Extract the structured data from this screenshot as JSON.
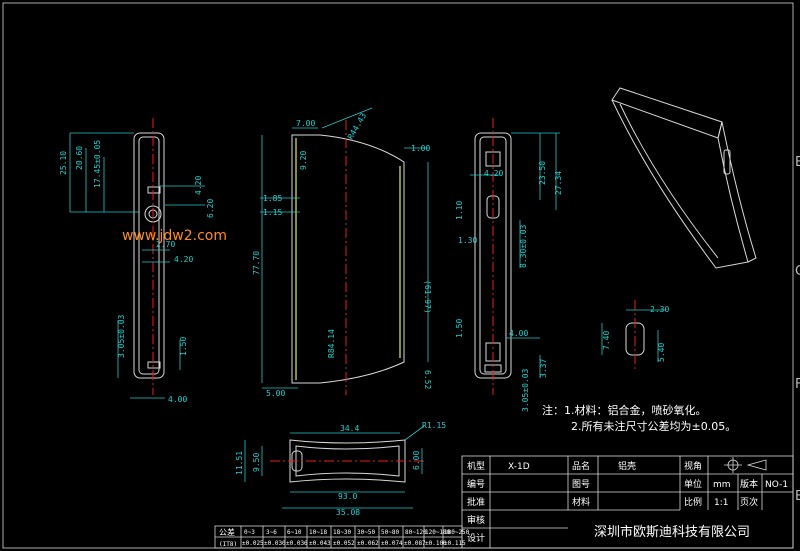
{
  "watermark": "www.jdw2.com",
  "notes": {
    "line1": "注：1.材料：铝合金，喷砂氧化。",
    "line2": "2.所有未注尺寸公差均为±0.05。"
  },
  "title_block": {
    "jixing_label": "机型",
    "jixing_value": "X-1D",
    "pinming_label": "品名",
    "pinming_value": "铝壳",
    "shijiao_label": "视角",
    "bianhao_label": "编号",
    "tuhao_label": "图号",
    "danwei_label": "单位",
    "danwei_value": "mm",
    "banben_label": "版本",
    "banben_value": "NO-1",
    "pizhun_label": "批准",
    "cailiao_label": "材料",
    "bili_label": "比例",
    "bili_value": "1:1",
    "yeci_label": "页次",
    "shenhe_label": "审核",
    "sheji_label": "设计",
    "company": "深圳市欧斯迪科技有限公司"
  },
  "tolerance_table": {
    "header": "公差",
    "sub": "(IT8)",
    "ranges": [
      "0~3",
      "3~6",
      "6~10",
      "10~18",
      "18~30",
      "30~50",
      "50~80",
      "80~120",
      "120~180",
      "180~250"
    ],
    "values": [
      "±0.025",
      "±0.030",
      "±0.036",
      "±0.043",
      "±0.052",
      "±0.062",
      "±0.074",
      "±0.087",
      "±0.100",
      "±0.115"
    ]
  },
  "border_zones": [
    "E",
    "C",
    "F",
    "E"
  ],
  "dimensions": {
    "front": {
      "d1": "25.10",
      "d2": "20.60",
      "d3": "17.45±0.05",
      "d4": "4.20",
      "d5": "6.20",
      "d6": "2.70",
      "d7": "4.20",
      "d8": "3.05±0.03",
      "d9": "1.50",
      "d10": "4.00"
    },
    "side": {
      "d1": "7.00",
      "d2": "R44.43",
      "d3": "9.20",
      "d4": "1.00",
      "d5": "1.85",
      "d6": "1.15",
      "d7": "77.70",
      "d8": "(61.97)",
      "d9": "R84.14",
      "d10": "6.52",
      "d11": "5.00"
    },
    "back": {
      "d1": "4.20",
      "d2": "23.50",
      "d3": "27.34",
      "d4": "1.10",
      "d5": "1.30",
      "d6": "8.30±0.03",
      "d7": "1.50",
      "d8": "4.00",
      "d9": "3.37",
      "d10": "3.05±0.03"
    },
    "detail": {
      "d1": "2.30",
      "d2": "7.40",
      "d3": "5.40"
    },
    "bottom": {
      "d1": "34.4",
      "d2": "R1.15",
      "d3": "11.51",
      "d4": "9.50",
      "d5": "6.00",
      "d6": "93.0",
      "d7": "35.08"
    }
  }
}
